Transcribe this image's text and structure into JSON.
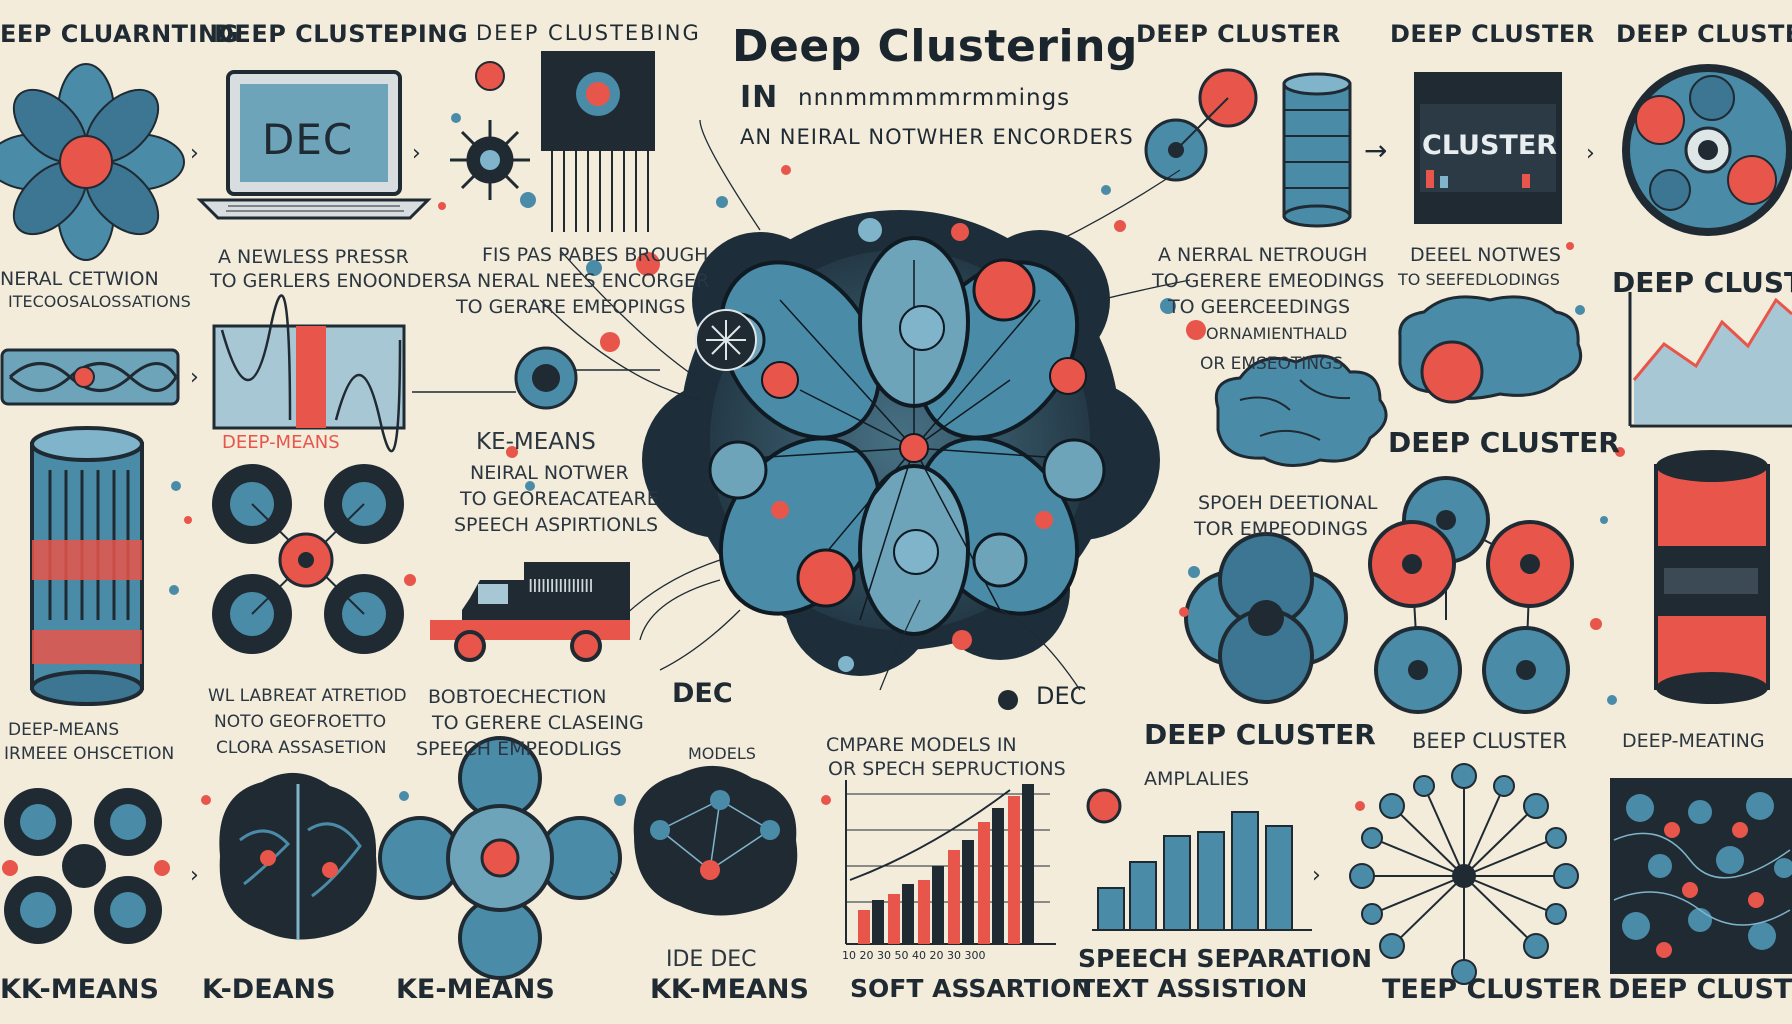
{
  "title": "Deep Clustering",
  "subtitle_in": "IN",
  "subtitle_garbled": "nnnmmmmmrmmings",
  "subtitle_2": "AN NEIRAL NOTWHER ENCORDERS",
  "headers": {
    "h1": "EEP CLUARNTING",
    "h2": "DEEP CLUSTEPING",
    "h3": "DEEP CLUSTEBING",
    "h4": "DEEP CLUSTER",
    "h5": "DEEP CLUSTER",
    "h6": "DEEP CLUSTER"
  },
  "screens": {
    "laptop_label": "DEC",
    "cluster_box_label": "CLUSTER",
    "truck_label": "IIIIIIIIIIIIIII"
  },
  "captions": {
    "neral_cetwion": "NERAL CETWION",
    "neral_cetwion_sub": "ITECOOSALOSSATIONS",
    "newless_1": "A NEWLESS PRESSR",
    "newless_2": "TO GERLERS ENOONDERS",
    "fis_1": "FIS PAS PABES BROUGH",
    "fis_2": "A NERAL NEES ENCORGER",
    "fis_3": "TO GERARE EMEOPINGS",
    "neral_rr_1": "A NERRAL NETROUGH",
    "neral_rr_2": "TO GERERE EMEODINGS",
    "neral_rr_3": "TO GEERCEEDINGS",
    "deeel_1": "DEEEL NOTWES",
    "deeel_2": "TO SEEFEDLODINGS",
    "deep_cluster_r": "DEEP CLUSTER",
    "orsmall_1": "ORNAMIENTHALD",
    "orsmall_2": "OR EMSEOTINGS",
    "deep_means_small": "DEEP-MEANS",
    "ke_means": "KE-MEANS",
    "neral_notwer_1": "NEIRAL NOTWER",
    "neral_notwer_2": "TO GEOREACATEARE",
    "neral_notwer_3": "SPEECH ASPIRTIONLS",
    "deep_cluster_mid": "DEEP CLUSTER",
    "speeh_1": "SPOEH DEETIONAL",
    "speeh_2": "TOR EMPEODINGS",
    "dmeans_1": "DEEP-MEANS",
    "dmeans_2": "IRMEEE OHSCETION",
    "wl_1": "WL LABREAT ATRETIOD",
    "wl_2": "NOTO GEOFROETTO",
    "wl_3": "CLORA ASSASETION",
    "bob_1": "BOBTOECHECTION",
    "bob_2": "TO GERERE CLASEING",
    "bob_3": "SPEECH EMPEODLIGS",
    "dec_left": "DEC",
    "dec_right": "DEC",
    "models": "MODELS",
    "compare_1": "CMPARE MODELS IN",
    "compare_2": "OR SPECH SEPRUCTIONS",
    "deep_cluster_big": "DEEP CLUSTER",
    "amplaties": "AMPLALIES",
    "beep_cluster": "BEEP CLUSTER",
    "deep_meating": "DEEP-MEATING",
    "deep_cluster_r2": "DEEP CLUSTER"
  },
  "bottom": {
    "kk_means": "KK-MEANS",
    "k_deans": "K-DEANS",
    "ke_means": "KE-MEANS",
    "ide_dec": "IDE DEC",
    "kk_means_2": "KK-MEANS",
    "soft_assartion": "SOFT ASSARTION",
    "speech_sep": "SPEECH SEPARATION",
    "text_assist": "TEXT ASSISTION",
    "teep_cluster": "TEEP CLUSTER",
    "deep_cluster": "DEEP CLUSTER"
  },
  "axis_ticks": "10  20  30  50  40  20  30  300",
  "colors": {
    "background": "#f3ecdb",
    "navy": "#1f2a33",
    "teal": "#4a8ca8",
    "teal_light": "#7fb4cb",
    "coral": "#e8554a",
    "ink": "#101820"
  }
}
